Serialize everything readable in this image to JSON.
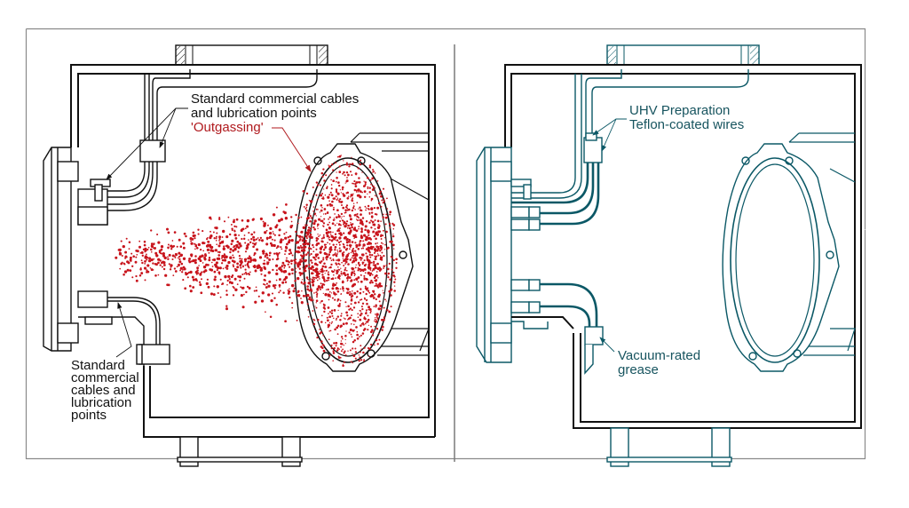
{
  "figure": {
    "description": "Side-by-side comparison of a vacuum chamber: standard components causing outgassing vs. UHV-prepared components",
    "colors": {
      "frame": "#8a8a8a",
      "left_lines": "#111111",
      "outgassing": "#c8141c",
      "outgassing_label": "#b01a1e",
      "right_lines": "#0b5866",
      "right_cables": "#0b5866",
      "right_label": "#17545f"
    }
  },
  "left_panel": {
    "name": "standard-chamber",
    "labels": {
      "top_line1": "Standard commercial cables",
      "top_line2": "and lubrication points",
      "outgassing": "'Outgassing'",
      "bottom_line1": "Standard",
      "bottom_line2": "commercial",
      "bottom_line3": "cables and",
      "bottom_line4": "lubrication",
      "bottom_line5": "points"
    }
  },
  "right_panel": {
    "name": "uhv-chamber",
    "labels": {
      "top_line1": "UHV Preparation",
      "top_line2": "Teflon-coated wires",
      "bottom_line1": "Vacuum-rated",
      "bottom_line2": "grease"
    }
  }
}
